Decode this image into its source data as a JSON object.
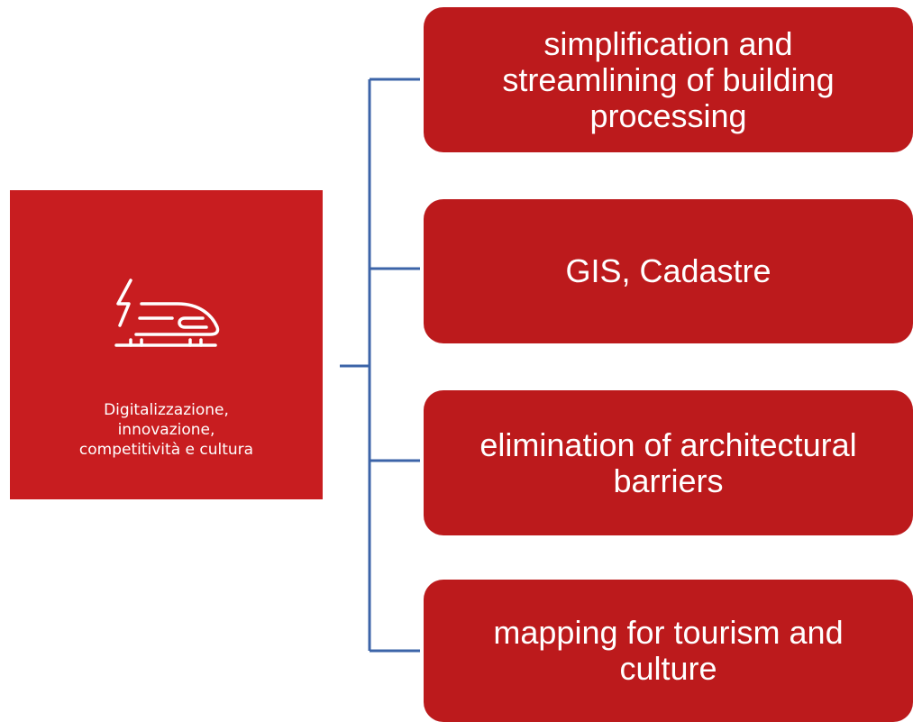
{
  "source": {
    "icon": "electric-train-icon",
    "label_lines": [
      "Digitalizzazione,",
      "innovazione,",
      "competitività e cultura"
    ],
    "color": "#c81d20"
  },
  "branches": [
    {
      "lines": [
        "simplification and",
        "streamlining of building",
        "processing"
      ]
    },
    {
      "lines": [
        "GIS, Cadastre"
      ]
    },
    {
      "lines": [
        "elimination of architectural",
        "barriers"
      ]
    },
    {
      "lines": [
        "mapping for tourism and",
        "culture"
      ]
    }
  ],
  "colors": {
    "node_fill": "#bc1a1c",
    "connector": "#3c64a8",
    "text": "#ffffff"
  }
}
